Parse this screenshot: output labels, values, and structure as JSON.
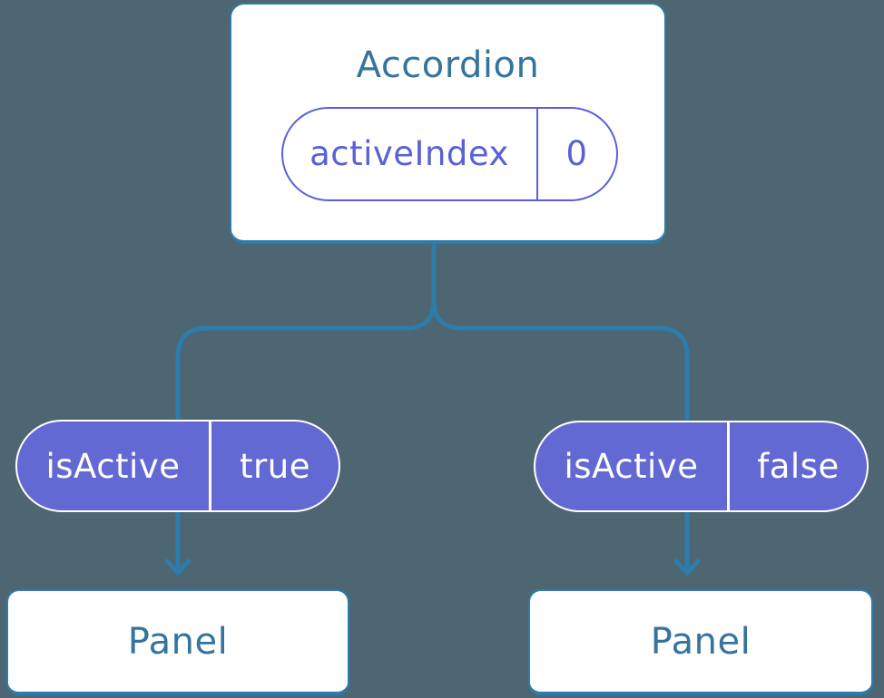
{
  "colors": {
    "background": "#4d6671",
    "connector_blue": "#2d7cac",
    "node_text_blue": "#35749e",
    "pill_purple_fill": "#6269d3",
    "pill_purple_outline_text": "#5a61d7",
    "node_fill": "#ffffff",
    "pill_text_on_purple": "#ffffff"
  },
  "tree": {
    "root": {
      "title": "Accordion",
      "state_pill": {
        "name": "activeIndex",
        "value": "0"
      }
    },
    "children": [
      {
        "prop_pill": {
          "name": "isActive",
          "value": "true"
        },
        "node_title": "Panel"
      },
      {
        "prop_pill": {
          "name": "isActive",
          "value": "false"
        },
        "node_title": "Panel"
      }
    ]
  }
}
